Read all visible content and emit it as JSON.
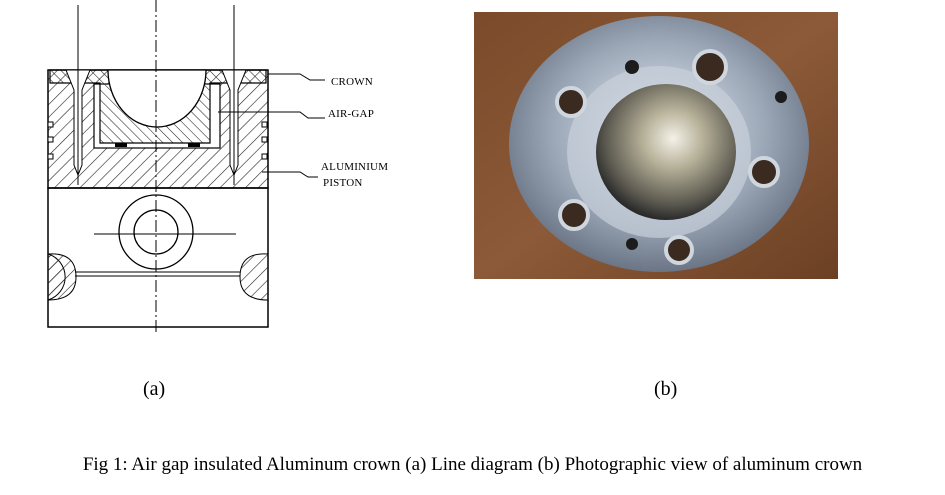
{
  "diagram": {
    "labels": {
      "crown": "CROWN",
      "air_gap": "AIR-GAP",
      "aluminium": "ALUMINIUM",
      "piston": "PISTON"
    }
  },
  "subfigures": {
    "a": "(a)",
    "b": "(b)"
  },
  "caption": "Fig 1: Air gap insulated Aluminum crown  (a) Line diagram (b) Photographic view of aluminum crown"
}
